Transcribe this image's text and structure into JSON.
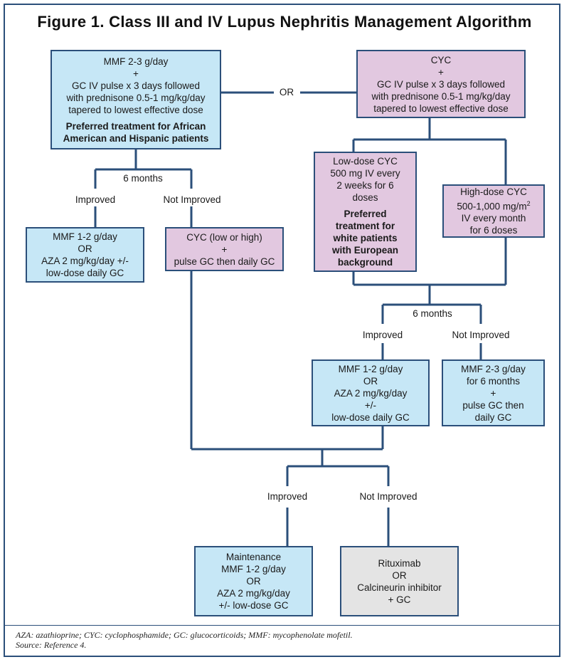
{
  "title": "Figure 1. Class III and IV Lupus Nephritis Management Algorithm",
  "or_label": "OR",
  "box_mmf_initial": {
    "lines": [
      "MMF 2-3 g/day",
      "+",
      "GC IV pulse x 3 days followed",
      "with prednisone 0.5-1 mg/kg/day",
      "tapered to lowest effective dose"
    ],
    "bold": "Preferred treatment for African American and Hispanic patients"
  },
  "box_cyc_initial": {
    "lines": [
      "CYC",
      "+",
      "GC IV pulse x 3 days followed",
      "with prednisone 0.5-1 mg/kg/day",
      "tapered to lowest effective dose"
    ]
  },
  "box_low_dose_cyc": {
    "lines": [
      "Low-dose CYC",
      "500 mg IV every",
      "2 weeks for 6",
      "doses"
    ],
    "bold": "Preferred treatment for white patients with European background"
  },
  "box_high_dose_cyc": {
    "line1": "High-dose CYC",
    "line2": "500-1,000 mg/m",
    "line2_sup": "2",
    "line3": "IV every month",
    "line4": "for 6 doses"
  },
  "left_branch": {
    "months_label": "6 months",
    "improved_label": "Improved",
    "not_improved_label": "Not Improved",
    "improved_box": [
      "MMF 1-2 g/day",
      "OR",
      "AZA 2 mg/kg/day +/-",
      "low-dose daily GC"
    ],
    "not_improved_box": [
      "CYC (low or high)",
      "+",
      "pulse GC then daily GC"
    ]
  },
  "right_branch": {
    "months_label": "6 months",
    "improved_label": "Improved",
    "not_improved_label": "Not Improved",
    "improved_box": [
      "MMF 1-2 g/day",
      "OR",
      "AZA 2 mg/kg/day",
      "+/-",
      "low-dose daily GC"
    ],
    "not_improved_box": [
      "MMF 2-3 g/day",
      "for 6 months",
      "+",
      "pulse GC then",
      "daily GC"
    ]
  },
  "final_branch": {
    "improved_label": "Improved",
    "not_improved_label": "Not Improved",
    "maintenance_box": [
      "Maintenance",
      "MMF 1-2 g/day",
      "OR",
      "AZA 2 mg/kg/day",
      "+/- low-dose GC"
    ],
    "rescue_box": [
      "Rituximab",
      "OR",
      "Calcineurin inhibitor",
      "+ GC"
    ]
  },
  "footnote": "AZA: azathioprine; CYC: cyclophosphamide; GC: glucocorticoids; MMF: mycophenolate mofetil.",
  "source": "Source: Reference 4.",
  "colors": {
    "line": "#2b4f7a",
    "blue_box": "#c6e7f6",
    "pink_box": "#e2c8e0",
    "gray_box": "#e4e4e4"
  }
}
